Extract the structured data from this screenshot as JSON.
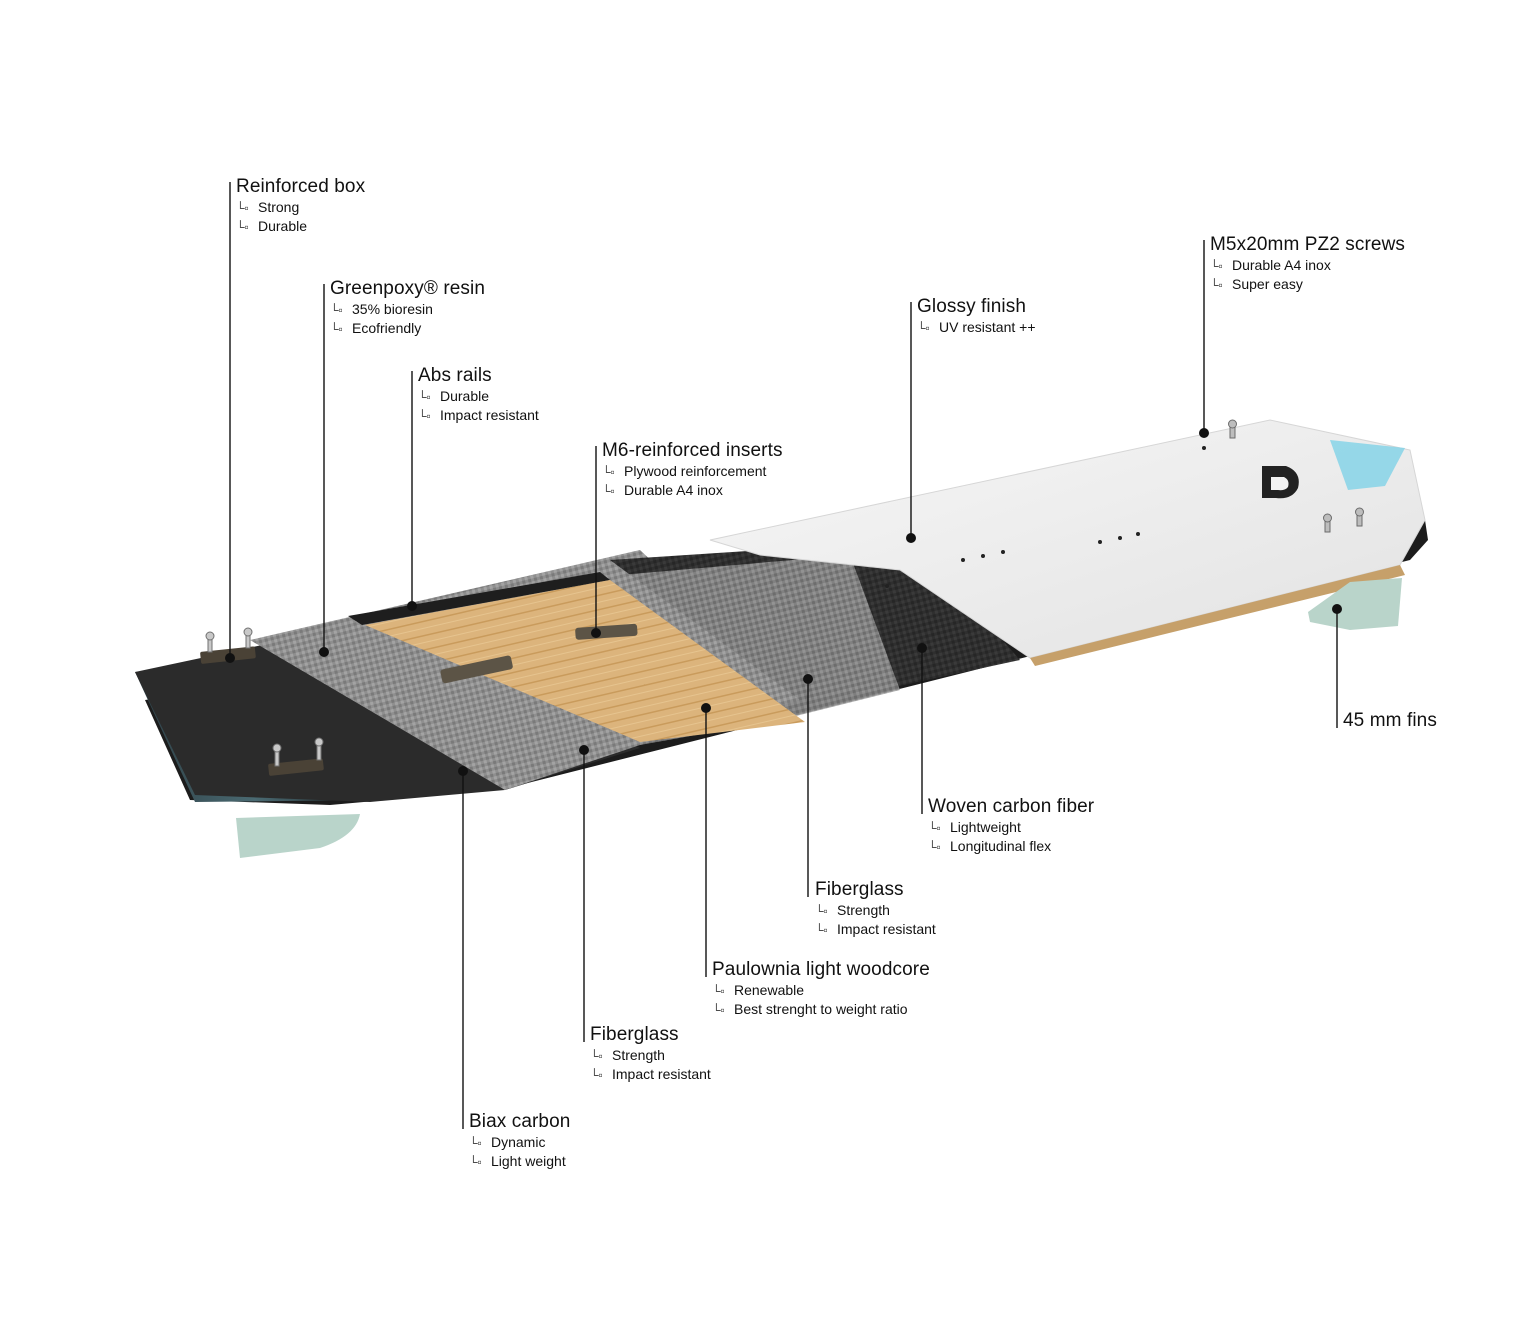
{
  "colors": {
    "leader": "#111111",
    "carbon_dark": "#2c2c2c",
    "carbon_light": "#8c8c8c",
    "wood": "#d9b27a",
    "deck": "#eeeeee",
    "accent_blue": "#7fd0e6",
    "fin": "#b5d2c6"
  },
  "feature_glyph": "└▫",
  "callouts": [
    {
      "id": "reinforced-box",
      "title": "Reinforced box",
      "features": [
        "Strong",
        "Durable"
      ]
    },
    {
      "id": "greenpoxy-resin",
      "title": "Greenpoxy® resin",
      "features": [
        "35% bioresin",
        "Ecofriendly"
      ]
    },
    {
      "id": "abs-rails",
      "title": "Abs rails",
      "features": [
        "Durable",
        "Impact resistant"
      ]
    },
    {
      "id": "m6-inserts",
      "title": "M6-reinforced inserts",
      "features": [
        "Plywood reinforcement",
        "Durable A4 inox"
      ]
    },
    {
      "id": "glossy-finish",
      "title": "Glossy finish",
      "features": [
        "UV resistant ++"
      ]
    },
    {
      "id": "screws",
      "title": "M5x20mm PZ2 screws",
      "features": [
        "Durable A4 inox",
        "Super easy"
      ]
    },
    {
      "id": "fins",
      "title": "45 mm fins",
      "features": []
    },
    {
      "id": "woven-carbon",
      "title": "Woven carbon fiber",
      "features": [
        "Lightweight",
        "Longitudinal flex"
      ]
    },
    {
      "id": "fiberglass-top",
      "title": "Fiberglass",
      "features": [
        "Strength",
        "Impact resistant"
      ]
    },
    {
      "id": "paulownia-woodcore",
      "title": "Paulownia light woodcore",
      "features": [
        "Renewable",
        "Best strenght to weight ratio"
      ]
    },
    {
      "id": "fiberglass-bottom",
      "title": "Fiberglass",
      "features": [
        "Strength",
        "Impact resistant"
      ]
    },
    {
      "id": "biax-carbon",
      "title": "Biax carbon",
      "features": [
        "Dynamic",
        "Light weight"
      ]
    }
  ]
}
